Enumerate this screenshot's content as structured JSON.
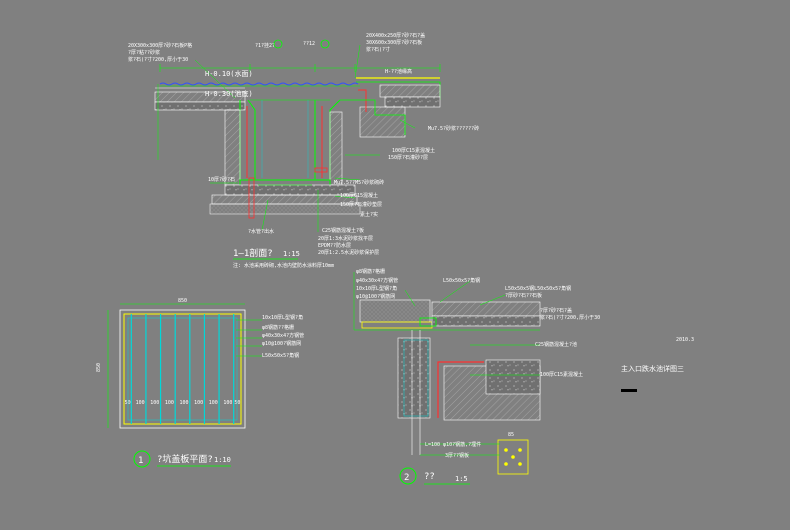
{
  "colors": {
    "background": "#808080",
    "dimension": "#00ff00",
    "outline": "#ffffff",
    "cyan": "#00d8d8",
    "yellow": "#ffff00",
    "red": "#ff3030",
    "water": "#3050ff"
  },
  "section11": {
    "labels_top_left": [
      "20X300x300厚?砂?石板P格",
      "?厚?粘??砂浆",
      "浆?石(?寸?200,厚小于30"
    ],
    "label_top_mid": "?1?挂27",
    "label_top_mid2": "??12",
    "label_top_right": [
      "20X400x250厚?砂?石?盖",
      "30X600x300厚?砂?石板",
      "浆?石(?寸"
    ],
    "level_water": "H-0.10(水面)",
    "level_bottom": "H-0.30(池底)",
    "level_right": "H-??池缘高",
    "right_notes": [
      "Mu7.5?砂浆??????砖",
      "100厚C15素混凝土",
      "150厚?石灌砂?层"
    ],
    "mid_notes": [
      "Mu7.5??M5?砂浆砌砖",
      "100厚C15混凝土",
      "150厚?石灌砂垫层",
      "素土?实"
    ],
    "bottom_notes": [
      "C25钢筋混凝土?板",
      "20厚1:3水泥砂浆找平层",
      "EPDM??防水层",
      "20厚1:2.5水泥砂浆保护层"
    ],
    "left_note": "10厚?砂?石",
    "drain_note": "?水管?出水",
    "title": "1—1剖面?",
    "scale": "1:15",
    "subnote": "注: 水池采用砖砌,水池内壁防水涂料厚10mm"
  },
  "plan": {
    "dim_top": "850",
    "dim_left": "850",
    "notes": [
      "10x10厚L型钢?角",
      "φ8钢筋??格栅",
      "φ40x30x4?方钢管",
      "φ10@100?钢筋网",
      "L50x50x5?角钢"
    ],
    "bottom_dims": [
      "50",
      "100",
      "100",
      "100",
      "100",
      "100",
      "100",
      "100",
      "50"
    ],
    "title_num": "1",
    "title": "?坑盖板平面?",
    "scale": "1:10"
  },
  "detail": {
    "top_notes": [
      "φ8钢筋?格栅",
      "φ40x30x4?方钢管",
      "10x10厚L型钢?角",
      "φ10@100?钢筋网"
    ],
    "right_top": [
      "L50x50x5?角钢",
      "L50x50x5钢L50x50x5?角钢",
      "?厚砂?石??石板"
    ],
    "right_mid": [
      "?厚?砂?石?盖",
      "浆?石(?寸?200,厚小于30"
    ],
    "right_low": [
      "C25钢筋混凝土?池",
      "100厚C15素混凝土"
    ],
    "bottom_note": "L=100  φ10?钢筋,?埋件",
    "bottom_note2": "3厚??钢板",
    "anchor_dim": "85",
    "title_num": "2",
    "title": "??",
    "scale": "1:5"
  },
  "titleblock": {
    "number": "2010.3",
    "name": "主入口跌水池详图三"
  }
}
